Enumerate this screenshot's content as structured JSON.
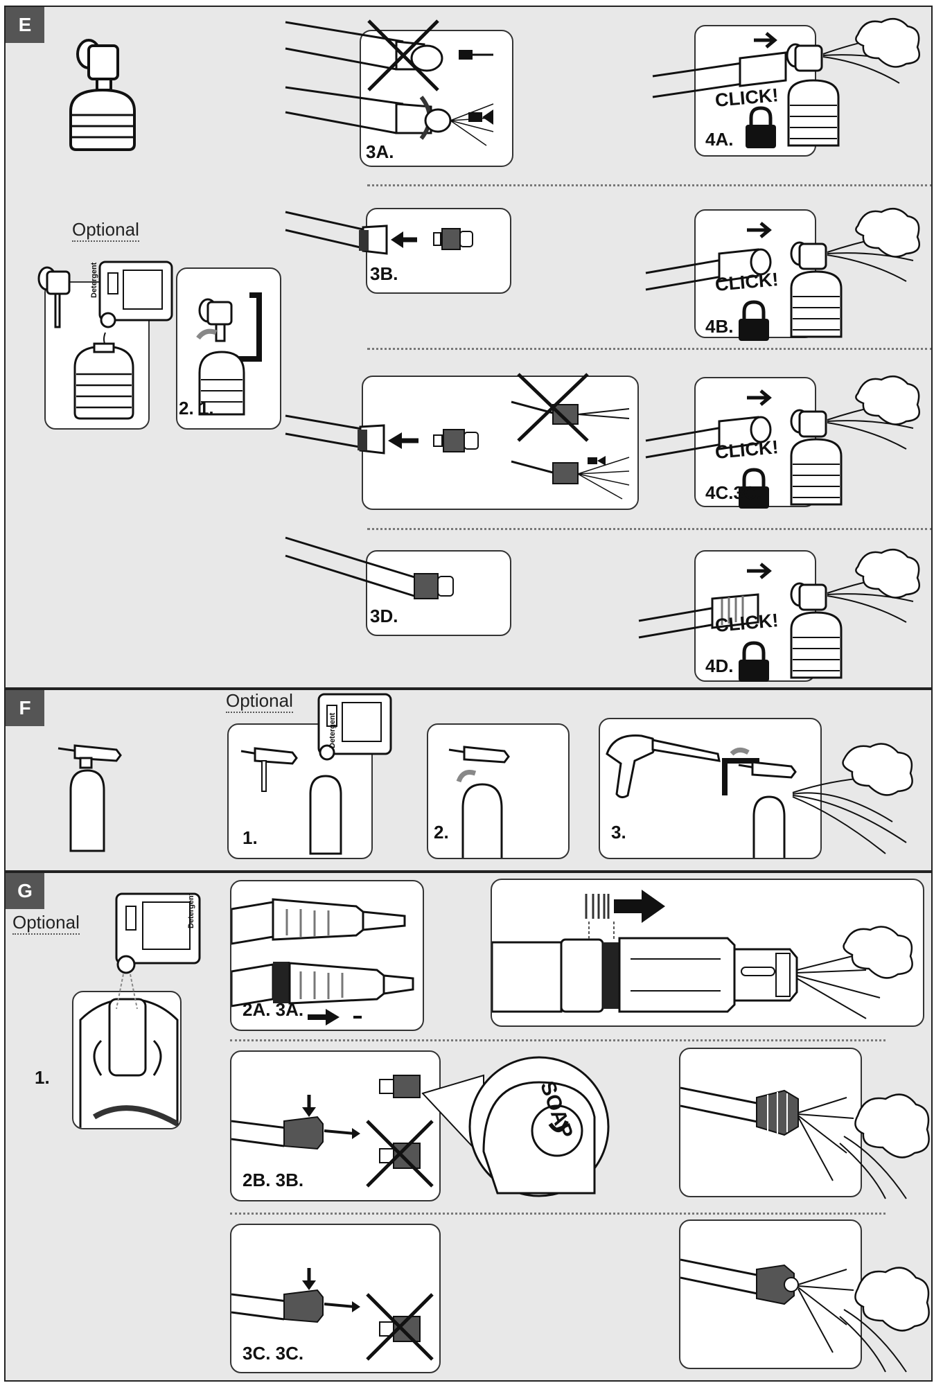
{
  "sections": {
    "e": {
      "letter": "E",
      "optional": "Optional",
      "step_2_1": "2. 1.",
      "step_3a": "3A.",
      "step_3b": "3B.",
      "step_3d": "3D.",
      "step_4a": "4A.",
      "step_4b": "4B.",
      "step_4c": "4C.3C.",
      "step_4d": "4D.",
      "click_text": "CLICK!",
      "detergent_text": "Detergent"
    },
    "f": {
      "letter": "F",
      "optional": "Optional",
      "step_1": "1.",
      "step_2": "2.",
      "step_3": "3.",
      "detergent_text": "Detergent"
    },
    "g": {
      "letter": "G",
      "optional": "Optional",
      "step_1": "1.",
      "step_2a": "2A.  3A.",
      "step_2b": "2B.  3B.",
      "step_3c": "3C.  3C.",
      "soap_text": "SOAP",
      "detergent_text": "Detergent"
    }
  },
  "colors": {
    "section_bg": "#e8e8e8",
    "panel_bg": "#ffffff",
    "badge_bg": "#555555",
    "ink": "#111111"
  }
}
